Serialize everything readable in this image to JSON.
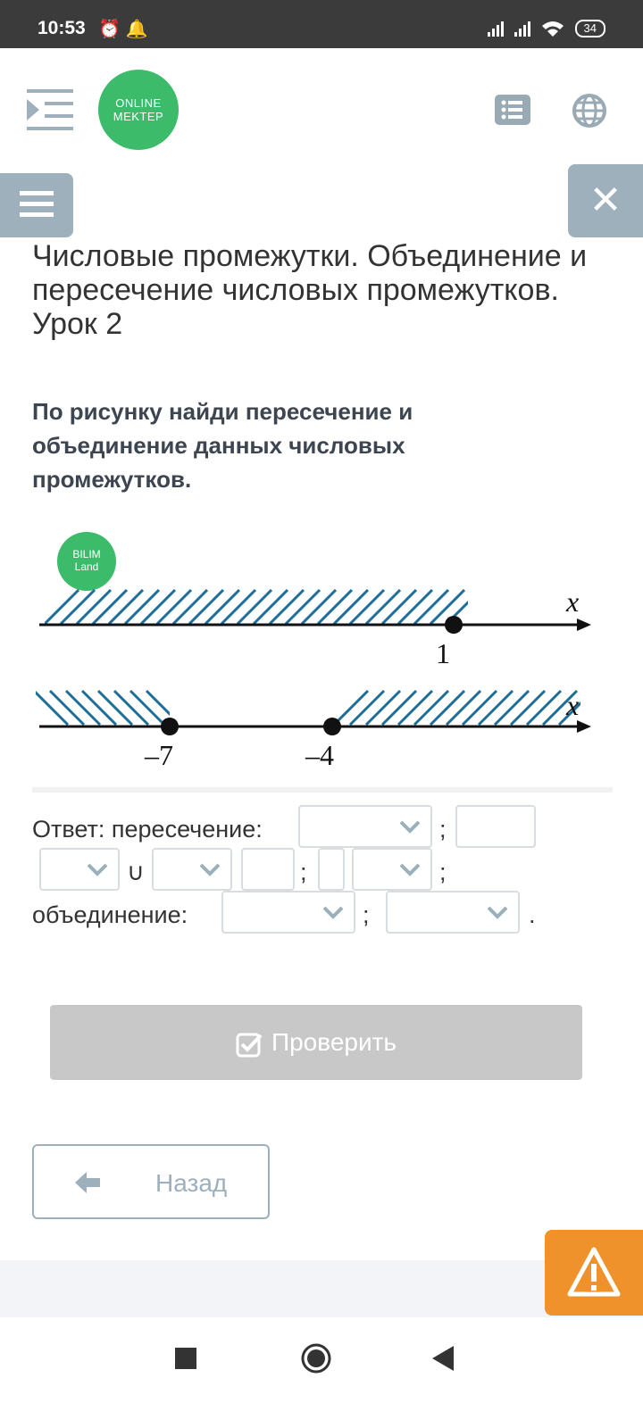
{
  "status_bar": {
    "time": "10:53",
    "battery": "34"
  },
  "header": {
    "logo_line1": "ONLINE",
    "logo_line2": "MEKTEP"
  },
  "lesson": {
    "title": "Числовые промежутки. Объединение и пересечение числовых промежутков. Урок 2",
    "task": "По рисунку найди пересечение и объединение данных числовых промежутков."
  },
  "figure": {
    "badge_line1": "BILIM",
    "badge_line2": "Land",
    "line1_axis": "x",
    "line1_point": "1",
    "line2_axis": "x",
    "line2_point_left": "–7",
    "line2_point_right": "–4"
  },
  "answer": {
    "intersection_label": "Ответ: пересечение:",
    "union_label": "объединение:",
    "semicolon": ";",
    "union_symbol": "∪",
    "period": "."
  },
  "buttons": {
    "check": "Проверить",
    "back": "Назад"
  },
  "colors": {
    "brand_green": "#3cbb6a",
    "hatch_blue": "#1f6e9a",
    "accent_orange": "#f0922b",
    "muted_blue_gray": "#9eb0bb"
  }
}
